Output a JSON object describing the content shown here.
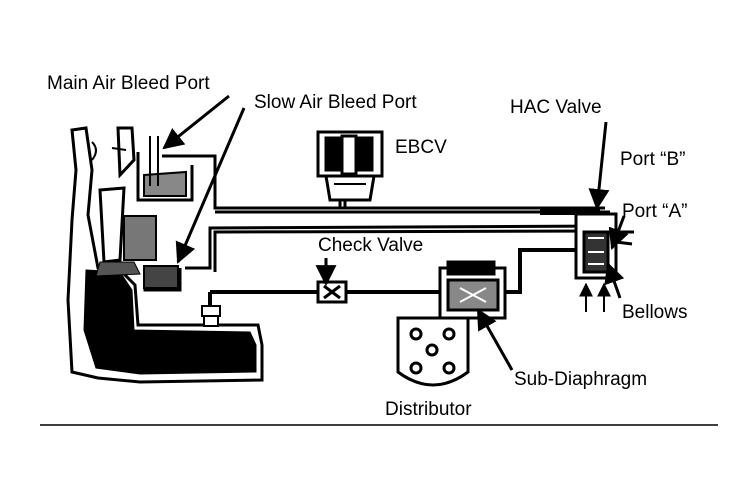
{
  "labels": {
    "main_air_bleed_port": "Main Air Bleed Port",
    "slow_air_bleed_port": "Slow Air Bleed Port",
    "ebcv": "EBCV",
    "hac_valve": "HAC Valve",
    "port_b": "Port “B”",
    "port_a": "Port “A”",
    "check_valve": "Check Valve",
    "bellows": "Bellows",
    "sub_diaphragm": "Sub-Diaphragm",
    "distributor": "Distributor"
  },
  "colors": {
    "ink": "#000000",
    "paper": "#ffffff"
  }
}
